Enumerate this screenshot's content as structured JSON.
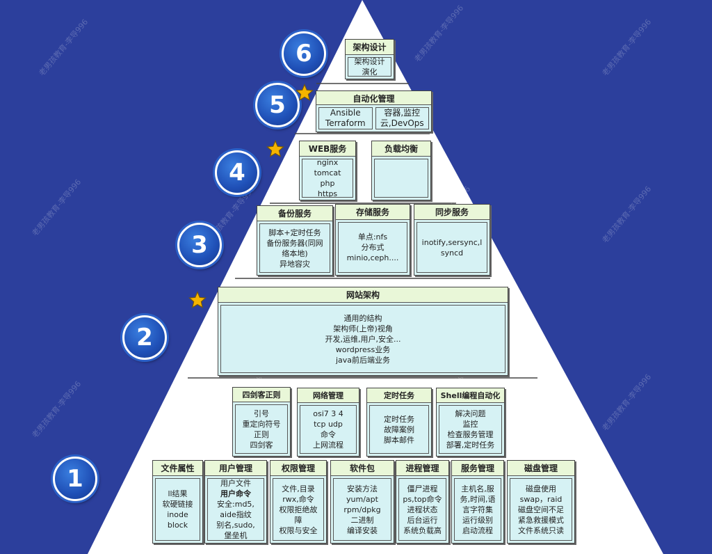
{
  "colors": {
    "background": "#2c3f9c",
    "pyramid": "#ffffff",
    "box_header": "#e9f7d8",
    "box_body": "#d6f2f4",
    "badge": "#1f4fb6",
    "star": "#f5b400"
  },
  "watermark": "老男孩教育-李导996",
  "levels": {
    "level6": {
      "badge": "6",
      "boxes": [
        {
          "title": "架构设计",
          "body": "架构设计\n演化"
        }
      ]
    },
    "level5": {
      "badge": "5",
      "boxes": [
        {
          "title": "自动化管理",
          "cells": [
            "Ansible\nTerraform",
            "容器,监控\n云,DevOps"
          ]
        }
      ]
    },
    "level4": {
      "badge": "4",
      "boxes": [
        {
          "title": "WEB服务",
          "body": "nginx\ntomcat\nphp\nhttps"
        },
        {
          "title": "负载均衡",
          "body": ""
        }
      ]
    },
    "level3": {
      "badge": "3",
      "boxes": [
        {
          "title": "备份服务",
          "body": "脚本+定时任务\n备份服务器(同网\n络本地)\n异地容灾"
        },
        {
          "title": "存储服务",
          "body": "单点:nfs\n分布式\nminio,ceph...."
        },
        {
          "title": "同步服务",
          "body": "inotify,sersync,l\nsyncd"
        }
      ]
    },
    "level2": {
      "badge": "2",
      "boxes": [
        {
          "title": "网站架构",
          "body": "通用的结构\n架构师(上帝)视角\n开发,运维,用户,安全...\nwordpress业务\njava前后端业务"
        }
      ]
    },
    "level1_upper": {
      "boxes": [
        {
          "title": "四剑客正则",
          "body": "引号\n重定向符号\n正则\n四剑客"
        },
        {
          "title": "网络管理",
          "body": "osi7 3 4\ntcp udp\n命令\n上网流程"
        },
        {
          "title": "定时任务",
          "body": "定时任务\n故障案例\n脚本邮件"
        },
        {
          "title": "Shell编程自动化",
          "body": "解决问题\n监控\n检查服务管理\n部署,定时任务"
        }
      ]
    },
    "level1_lower": {
      "badge": "1",
      "boxes": [
        {
          "title": "文件属性",
          "body": "ll结果\n软硬链接\ninode\nblock"
        },
        {
          "title": "用户管理",
          "body_pre": "用户文件",
          "body_bold": "用户命令",
          "body_post": "安全:md5,\naide指纹\n别名,sudo,\n堡垒机"
        },
        {
          "title": "权限管理",
          "body": "文件,目录\nrwx,命令\n权限拒绝故\n障\n权限与安全"
        },
        {
          "title": "软件包",
          "body": "安装方法\nyum/apt\nrpm/dpkg\n二进制\n编译安装"
        },
        {
          "title": "进程管理",
          "body": "僵尸进程\nps,top命令\n进程状态\n后台运行\n系统负载高"
        },
        {
          "title": "服务管理",
          "body": "主机名,服\n务,时间,语\n言字符集\n运行级别\n启动流程"
        },
        {
          "title": "磁盘管理",
          "body": "磁盘使用\nswap，raid\n磁盘空间不足\n紧急救援模式\n文件系统只读"
        }
      ]
    }
  }
}
